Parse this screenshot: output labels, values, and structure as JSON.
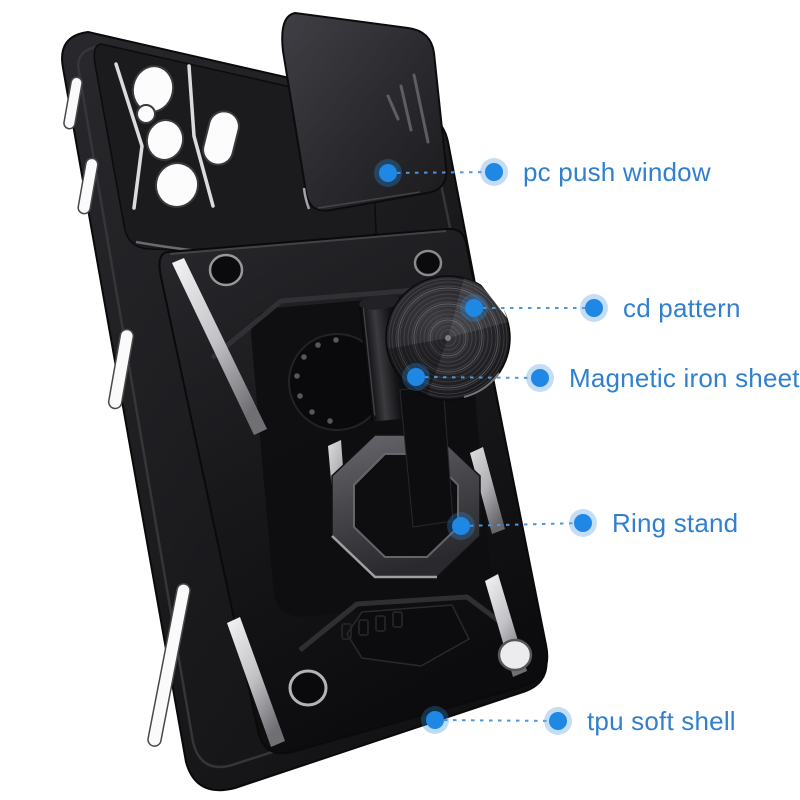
{
  "page": {
    "background_color": "#ffffff"
  },
  "colors": {
    "callout_accent": "#1f87e4",
    "callout_halo": "rgba(110,170,230,0.40)",
    "callout_text": "#3080cf",
    "callout_dash_line": "#4e96d8",
    "case_black": "#141416",
    "bevel_silver": "#d9d9dc"
  },
  "callouts": [
    {
      "id": "pc-push-window",
      "label": "pc push window"
    },
    {
      "id": "cd-pattern",
      "label": "cd pattern"
    },
    {
      "id": "magnetic-iron-sheet",
      "label": "Magnetic iron sheet"
    },
    {
      "id": "ring-stand",
      "label": "Ring stand"
    },
    {
      "id": "tpu-soft-shell",
      "label": "tpu soft shell"
    }
  ]
}
